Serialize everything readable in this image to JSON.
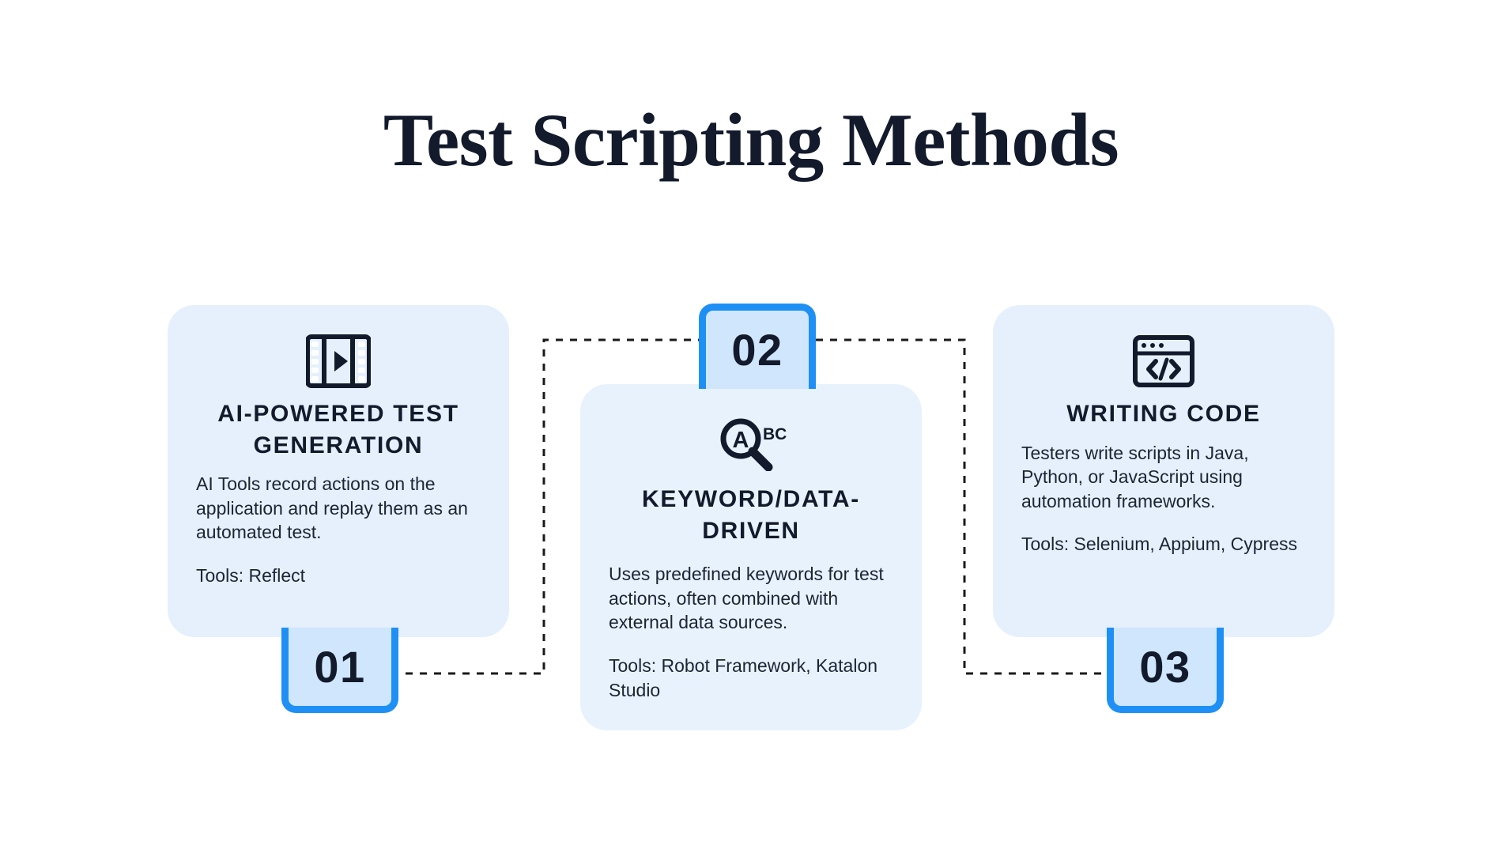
{
  "page": {
    "title": "Test Scripting Methods",
    "background_color": "#ffffff",
    "title_color": "#121a2b",
    "accent_blue": "#1e90f5",
    "card_bg": "#e5f0fc",
    "badge_bg": "#cfe6fd"
  },
  "cards": [
    {
      "number": "01",
      "icon": "film-strip-play-icon",
      "title": "AI-POWERED TEST GENERATION",
      "body": "AI Tools record actions on the application and replay them as an automated test.",
      "tools": "Tools: Reflect"
    },
    {
      "number": "02",
      "icon": "magnifier-abc-icon",
      "title": "KEYWORD/DATA-DRIVEN",
      "body": "Uses predefined keywords for test actions, often combined with external data sources.",
      "tools": "Tools: Robot Framework, Katalon Studio"
    },
    {
      "number": "03",
      "icon": "browser-code-icon",
      "title": "WRITING CODE",
      "body": "Testers write scripts in Java, Python, or JavaScript using automation frameworks.",
      "tools": "Tools: Selenium, Appium, Cypress"
    }
  ]
}
